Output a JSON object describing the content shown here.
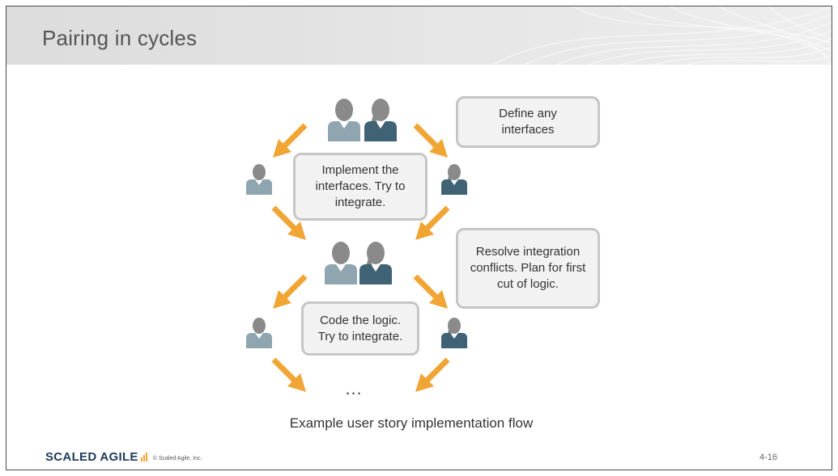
{
  "slide": {
    "title": "Pairing in cycles",
    "boxes": {
      "define": "Define any\ninterfaces",
      "implement": "Implement the\ninterfaces. Try to\nintegrate.",
      "resolve": "Resolve integration\nconflicts. Plan for first\ncut of logic.",
      "code": "Code the logic.\nTry to integrate."
    },
    "ellipsis": "…",
    "caption": "Example user story implementation flow",
    "colors": {
      "arrow": "#f0a535",
      "person_light": "#8fa6b0",
      "person_dark": "#3f6375",
      "head": "#8a8a8a",
      "box_fill": "#f2f2f2",
      "box_border": "#c6c6c6"
    }
  },
  "footer": {
    "logo": "SCALED AGILE",
    "copyright": "© Scaled Agile, Inc.",
    "page": "4-16"
  }
}
